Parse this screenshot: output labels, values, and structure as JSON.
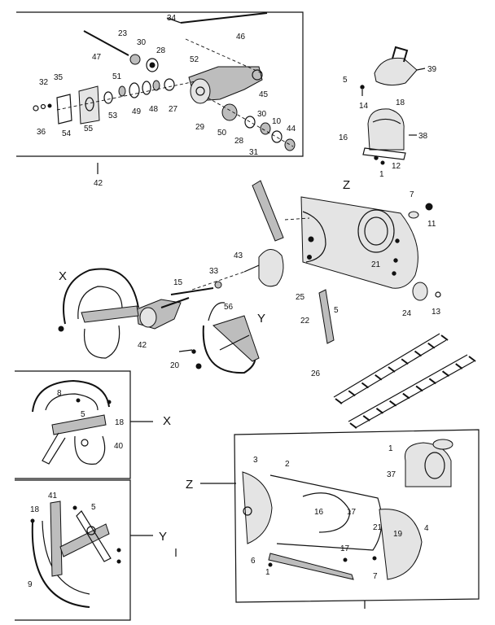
{
  "parts": {
    "p34": "34",
    "p46": "46",
    "p23": "23",
    "p30a": "30",
    "p28a": "28",
    "p47": "47",
    "p52": "52",
    "p45": "45",
    "p32": "32",
    "p35": "35",
    "p51": "51",
    "p36": "36",
    "p54": "54",
    "p55": "55",
    "p53": "53",
    "p49": "49",
    "p48": "48",
    "p27": "27",
    "p29": "29",
    "p50": "50",
    "p30b": "30",
    "p10": "10",
    "p44": "44",
    "p28b": "28",
    "p31": "31",
    "p42a": "42",
    "p5a": "5",
    "p39": "39",
    "p14": "14",
    "p18a": "18",
    "p16a": "16",
    "p38": "38",
    "p12": "12",
    "p1a": "1",
    "p7a": "7",
    "p11": "11",
    "p43": "43",
    "p33": "33",
    "p15": "15",
    "p21a": "21",
    "p56": "56",
    "p25": "25",
    "p22": "22",
    "p5b": "5",
    "p24": "24",
    "p13": "13",
    "p42b": "42",
    "p20": "20",
    "p26": "26",
    "p8": "8",
    "p5c": "5",
    "p18b": "18",
    "p40": "40",
    "p41": "41",
    "p18c": "18",
    "p5d": "5",
    "p9": "9",
    "p3": "3",
    "p2": "2",
    "p1b": "1",
    "p37": "37",
    "p16b": "16",
    "p17a": "17",
    "p17b": "17",
    "p21b": "21",
    "p19": "19",
    "p4": "4",
    "p6": "6",
    "p1c": "1",
    "p7b": "7"
  },
  "callouts": {
    "zTop": "Z",
    "xMain": "X",
    "yMain": "Y",
    "xDetail": "X",
    "yDetail": "Y",
    "zDetail": "Z"
  }
}
